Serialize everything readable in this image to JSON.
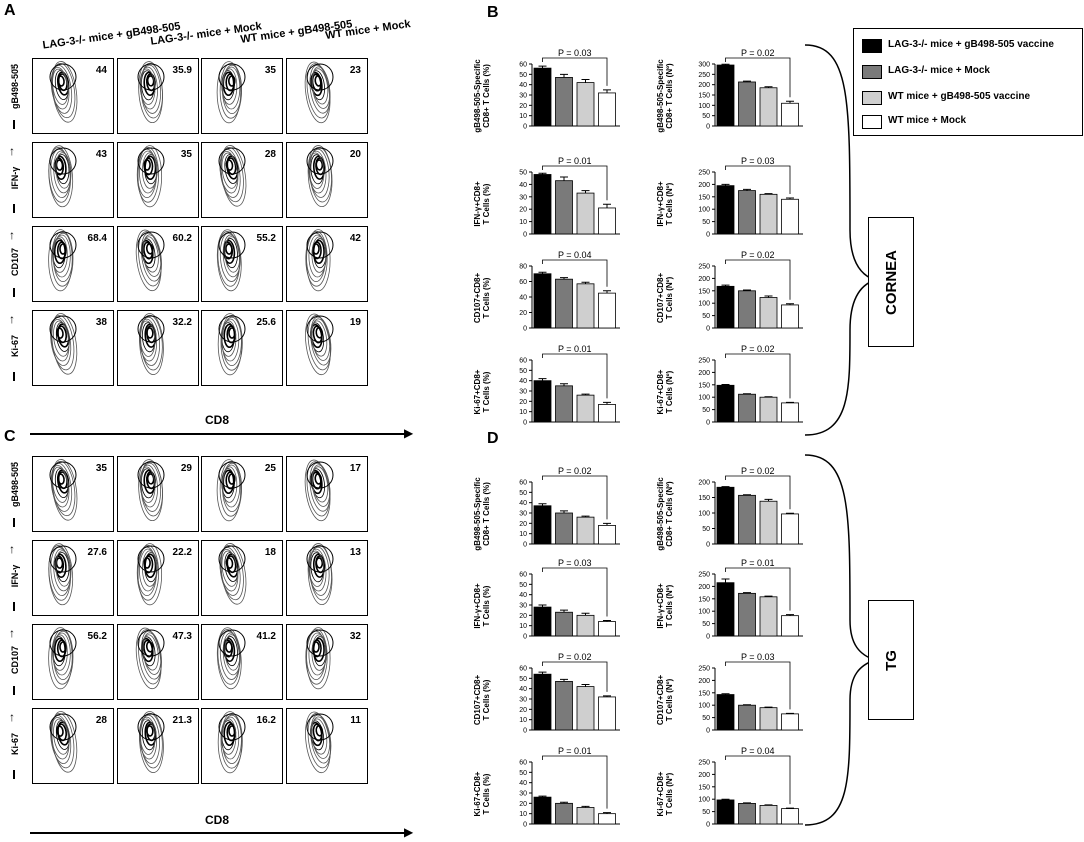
{
  "panel_labels": {
    "A": "A",
    "B": "B",
    "C": "C",
    "D": "D"
  },
  "flow_columns": [
    "LAG-3-/- mice + gB498-505",
    "LAG-3-/- mice + Mock",
    "WT mice + gB498-505",
    "WT mice + Mock"
  ],
  "flow_rows_A": [
    {
      "label": "gB498-505",
      "values": [
        "44",
        "35.9",
        "35",
        "23"
      ]
    },
    {
      "label": "IFN-γ",
      "values": [
        "43",
        "35",
        "28",
        "20"
      ]
    },
    {
      "label": "CD107",
      "values": [
        "68.4",
        "60.2",
        "55.2",
        "42"
      ]
    },
    {
      "label": "Ki-67",
      "values": [
        "38",
        "32.2",
        "25.6",
        "19"
      ]
    }
  ],
  "flow_rows_C": [
    {
      "label": "gB498-505",
      "values": [
        "35",
        "29",
        "25",
        "17"
      ]
    },
    {
      "label": "IFN-γ",
      "values": [
        "27.6",
        "22.2",
        "18",
        "13"
      ]
    },
    {
      "label": "CD107",
      "values": [
        "56.2",
        "47.3",
        "41.2",
        "32"
      ]
    },
    {
      "label": "Ki-67",
      "values": [
        "28",
        "21.3",
        "16.2",
        "11"
      ]
    }
  ],
  "x_axis_label": "CD8",
  "legend": {
    "items": [
      {
        "label": "LAG-3-/- mice + gB498-505 vaccine",
        "color": "#000000"
      },
      {
        "label": "LAG-3-/- mice + Mock",
        "color": "#7a7a7a"
      },
      {
        "label": "WT mice + gB498-505 vaccine",
        "color": "#cfcfcf"
      },
      {
        "label": "WT mice + Mock",
        "color": "#ffffff"
      }
    ]
  },
  "tissues": {
    "cornea": "CORNEA",
    "tg": "TG"
  },
  "chart_data": [
    {
      "panel": "B",
      "type": "bar",
      "ylabel": "gB498-505-Specific CD8+ T Cells (%)",
      "ylim": [
        0,
        60
      ],
      "yticks": [
        0,
        10,
        20,
        30,
        40,
        50,
        60
      ],
      "values": [
        56,
        47,
        42,
        32
      ],
      "errors": [
        2,
        3,
        3,
        3
      ],
      "pvalue": "P = 0.03"
    },
    {
      "panel": "B",
      "type": "bar",
      "ylabel": "gB498-505-Specific CD8+ T Cells (Nº)",
      "ylim": [
        0,
        300
      ],
      "yticks": [
        0,
        50,
        100,
        150,
        200,
        250,
        300
      ],
      "values": [
        295,
        213,
        185,
        110
      ],
      "errors": [
        4,
        4,
        5,
        10
      ],
      "pvalue": "P = 0.02"
    },
    {
      "panel": "B",
      "type": "bar",
      "ylabel": "IFN-γ+CD8+ T Cells (%)",
      "ylim": [
        0,
        50
      ],
      "yticks": [
        0,
        10,
        20,
        30,
        40,
        50
      ],
      "values": [
        48,
        43,
        33,
        21
      ],
      "errors": [
        1,
        3,
        2,
        3
      ],
      "pvalue": "P = 0.01"
    },
    {
      "panel": "B",
      "type": "bar",
      "ylabel": "IFN-γ+CD8+ T Cells (Nº)",
      "ylim": [
        0,
        250
      ],
      "yticks": [
        0,
        50,
        100,
        150,
        200,
        250
      ],
      "values": [
        195,
        175,
        160,
        140
      ],
      "errors": [
        5,
        5,
        3,
        5
      ],
      "pvalue": "P = 0.03"
    },
    {
      "panel": "B",
      "type": "bar",
      "ylabel": "CD107+CD8+ T Cells (%)",
      "ylim": [
        0,
        80
      ],
      "yticks": [
        0,
        20,
        40,
        60,
        80
      ],
      "values": [
        70,
        63,
        57,
        45
      ],
      "errors": [
        2,
        2,
        2,
        3
      ],
      "pvalue": "P = 0.04"
    },
    {
      "panel": "B",
      "type": "bar",
      "ylabel": "CD107+CD8+ T Cells (Nº)",
      "ylim": [
        0,
        250
      ],
      "yticks": [
        0,
        50,
        100,
        150,
        200,
        250
      ],
      "values": [
        168,
        150,
        123,
        93
      ],
      "errors": [
        5,
        3,
        6,
        5
      ],
      "pvalue": "P = 0.02"
    },
    {
      "panel": "B",
      "type": "bar",
      "ylabel": "Ki-67+CD8+ T Cells (%)",
      "ylim": [
        0,
        60
      ],
      "yticks": [
        0,
        10,
        20,
        30,
        40,
        50,
        60
      ],
      "values": [
        40,
        35,
        26,
        17
      ],
      "errors": [
        2,
        2,
        1,
        2
      ],
      "pvalue": "P = 0.01"
    },
    {
      "panel": "B",
      "type": "bar",
      "ylabel": "Ki-67+CD8+ T Cells (Nº)",
      "ylim": [
        0,
        250
      ],
      "yticks": [
        0,
        50,
        100,
        150,
        200,
        250
      ],
      "values": [
        148,
        112,
        100,
        77
      ],
      "errors": [
        3,
        2,
        2,
        2
      ],
      "pvalue": "P = 0.02"
    },
    {
      "panel": "D",
      "type": "bar",
      "ylabel": "gB498-505-Specific CD8+ T Cells (%)",
      "ylim": [
        0,
        60
      ],
      "yticks": [
        0,
        10,
        20,
        30,
        40,
        50,
        60
      ],
      "values": [
        37,
        30,
        26,
        18
      ],
      "errors": [
        2,
        2,
        1,
        2
      ],
      "pvalue": "P = 0.02"
    },
    {
      "panel": "D",
      "type": "bar",
      "ylabel": "gB498-505-Specific CD8+ T Cells (Nº)",
      "ylim": [
        0,
        200
      ],
      "yticks": [
        0,
        50,
        100,
        150,
        200
      ],
      "values": [
        183,
        157,
        138,
        97
      ],
      "errors": [
        2,
        2,
        6,
        2
      ],
      "pvalue": "P = 0.02"
    },
    {
      "panel": "D",
      "type": "bar",
      "ylabel": "IFN-γ+CD8+ T Cells (%)",
      "ylim": [
        0,
        60
      ],
      "yticks": [
        0,
        10,
        20,
        30,
        40,
        50,
        60
      ],
      "values": [
        28,
        23,
        20,
        14
      ],
      "errors": [
        2,
        2,
        2,
        1
      ],
      "pvalue": "P = 0.03"
    },
    {
      "panel": "D",
      "type": "bar",
      "ylabel": "IFN-γ+CD8+ T Cells (Nº)",
      "ylim": [
        0,
        250
      ],
      "yticks": [
        0,
        50,
        100,
        150,
        200,
        250
      ],
      "values": [
        215,
        172,
        158,
        82
      ],
      "errors": [
        15,
        3,
        3,
        4
      ],
      "pvalue": "P = 0.01"
    },
    {
      "panel": "D",
      "type": "bar",
      "ylabel": "CD107+CD8+ T Cells (%)",
      "ylim": [
        0,
        60
      ],
      "yticks": [
        0,
        10,
        20,
        30,
        40,
        50,
        60
      ],
      "values": [
        54,
        47,
        42,
        32
      ],
      "errors": [
        2,
        2,
        2,
        1
      ],
      "pvalue": "P = 0.02"
    },
    {
      "panel": "D",
      "type": "bar",
      "ylabel": "CD107+CD8+ T Cells (Nº)",
      "ylim": [
        0,
        250
      ],
      "yticks": [
        0,
        50,
        100,
        150,
        200,
        250
      ],
      "values": [
        143,
        100,
        90,
        65
      ],
      "errors": [
        3,
        2,
        2,
        2
      ],
      "pvalue": "P = 0.03"
    },
    {
      "panel": "D",
      "type": "bar",
      "ylabel": "Ki-67+CD8+ T Cells (%)",
      "ylim": [
        0,
        60
      ],
      "yticks": [
        0,
        10,
        20,
        30,
        40,
        50,
        60
      ],
      "values": [
        26,
        20,
        16,
        10
      ],
      "errors": [
        1,
        1,
        1,
        1
      ],
      "pvalue": "P = 0.01"
    },
    {
      "panel": "D",
      "type": "bar",
      "ylabel": "Ki-67+CD8+ T Cells (Nº)",
      "ylim": [
        0,
        250
      ],
      "yticks": [
        0,
        50,
        100,
        150,
        200,
        250
      ],
      "values": [
        97,
        83,
        75,
        62
      ],
      "errors": [
        3,
        2,
        2,
        2
      ],
      "pvalue": "P = 0.04"
    }
  ]
}
